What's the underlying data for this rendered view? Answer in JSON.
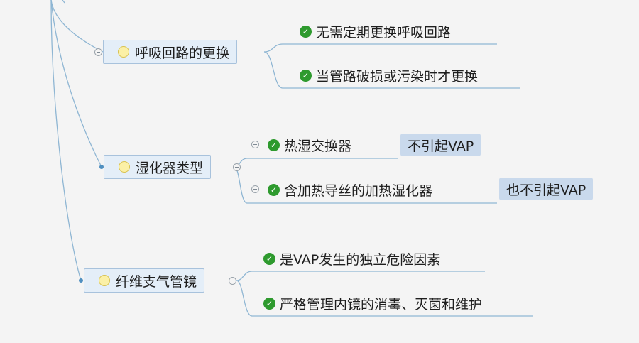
{
  "mindmap": {
    "colors": {
      "connector": "#8fb6d3",
      "topic_fill": "#e4eef8",
      "topic_border": "#a8c2dc",
      "note_fill": "#c9d9ec",
      "check": "#2e9a2e",
      "bulb": "#fbf0a6"
    },
    "icons": {
      "topic_marker": "bulb-icon",
      "leaf_marker": "check-icon",
      "toggle": "collapse-icon"
    },
    "topics": [
      {
        "label": "呼吸回路的更换",
        "leaves": [
          {
            "text": "无需定期更换呼吸回路"
          },
          {
            "text": "当管路破损或污染时才更换"
          }
        ]
      },
      {
        "label": "湿化器类型",
        "leaves": [
          {
            "text": "热湿交换器",
            "note": "不引起VAP"
          },
          {
            "text": "含加热导丝的加热湿化器",
            "note": "也不引起VAP"
          }
        ]
      },
      {
        "label": "纤维支气管镜",
        "leaves": [
          {
            "text": "是VAP发生的独立危险因素"
          },
          {
            "text": "严格管理内镜的消毒、灭菌和维护"
          }
        ]
      }
    ]
  }
}
